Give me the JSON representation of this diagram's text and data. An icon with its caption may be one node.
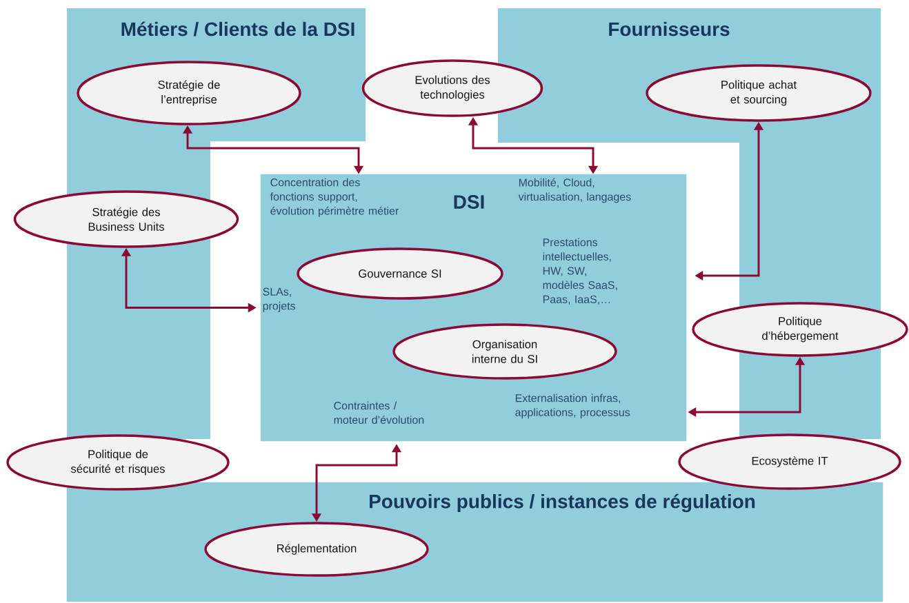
{
  "diagram": {
    "nodes": [
      {
        "text": [
          "Métiers / Clients de la DSI"
        ]
      },
      {
        "text": [
          "Stratégie de l’entreprise"
        ],
        "in": 0
      },
      {
        "text": [
          "Fournisseurs"
        ]
      },
      {
        "text": [
          "Politique achat et sourcing"
        ],
        "in": 2
      },
      {
        "text": [
          "Evolutions des technologies"
        ]
      },
      {
        "text": [
          "DSI"
        ]
      },
      {
        "text": [
          "Gouvernance SI"
        ],
        "in": 5
      },
      {
        "text": [
          "Organisation interne du SI"
        ],
        "in": 5
      },
      {
        "text": [
          "Stratégie des Business Units"
        ]
      },
      {
        "text": [
          "Politique d’hébergement"
        ]
      },
      {
        "text": [
          "Politique de sécurité et risques"
        ]
      },
      {
        "text": [
          "Ecosystème IT"
        ]
      },
      {
        "text": [
          "Pouvoirs publics / instances de régulation"
        ]
      },
      {
        "text": [
          "Réglementation"
        ],
        "in": 12
      }
    ],
    "edges": [
      {
        "from": 1,
        "to": 5,
        "arrow": "both"
      },
      {
        "from": 4,
        "to": 5,
        "arrow": "both"
      },
      {
        "from": 3,
        "to": 5,
        "arrow": "both"
      },
      {
        "from": 8,
        "to": 5,
        "arrow": "both"
      },
      {
        "from": 9,
        "to": 5,
        "arrow": "both"
      },
      {
        "from": 13,
        "to": 5,
        "arrow": "both"
      }
    ],
    "labels": [
      "Concentration des fonctions support, évolution périmètre métier",
      "Mobilité, Cloud, virtualisation, langages",
      "Prestations intellectuelles, HW, SW, modèles SaaS, Paas, IaaS,…",
      "SLAs, projets",
      "Contraintes / moteur d’évolution",
      "Externalisation infras, applications, processus"
    ]
  }
}
